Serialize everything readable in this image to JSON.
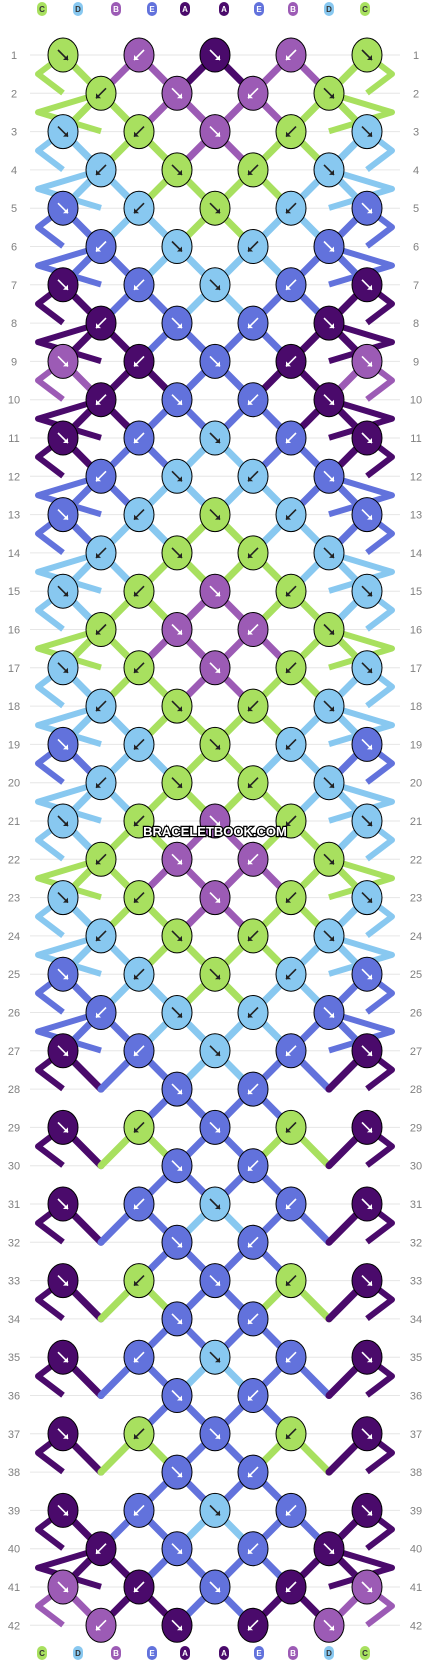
{
  "strand_labels": [
    "C",
    "D",
    "B",
    "E",
    "A",
    "A",
    "E",
    "B",
    "D",
    "C"
  ],
  "colors": {
    "A": "#4a0a6b",
    "B": "#9c5bb5",
    "C": "#a8e05f",
    "D": "#88c8f0",
    "E": "#6272dc"
  },
  "watermark": "BRACELETBOOK.COM",
  "rows": [
    {
      "n": "1",
      "knots": [
        "C",
        "B",
        "A",
        "B",
        "C"
      ]
    },
    {
      "n": "2",
      "knots": [
        "C",
        "B",
        "B",
        "C"
      ]
    },
    {
      "n": "3",
      "knots": [
        "D",
        "C",
        "B",
        "C",
        "D"
      ]
    },
    {
      "n": "4",
      "knots": [
        "D",
        "C",
        "C",
        "D"
      ]
    },
    {
      "n": "5",
      "knots": [
        "E",
        "D",
        "C",
        "D",
        "E"
      ]
    },
    {
      "n": "6",
      "knots": [
        "E",
        "D",
        "D",
        "E"
      ]
    },
    {
      "n": "7",
      "knots": [
        "A",
        "E",
        "D",
        "E",
        "A"
      ]
    },
    {
      "n": "8",
      "knots": [
        "A",
        "E",
        "E",
        "A"
      ]
    },
    {
      "n": "9",
      "knots": [
        "B",
        "A",
        "E",
        "A",
        "B"
      ]
    },
    {
      "n": "10",
      "knots": [
        "A",
        "E",
        "E",
        "A"
      ]
    },
    {
      "n": "11",
      "knots": [
        "A",
        "E",
        "D",
        "E",
        "A"
      ]
    },
    {
      "n": "12",
      "knots": [
        "E",
        "D",
        "D",
        "E"
      ]
    },
    {
      "n": "13",
      "knots": [
        "E",
        "D",
        "C",
        "D",
        "E"
      ]
    },
    {
      "n": "14",
      "knots": [
        "D",
        "C",
        "C",
        "D"
      ]
    },
    {
      "n": "15",
      "knots": [
        "D",
        "C",
        "B",
        "C",
        "D"
      ]
    },
    {
      "n": "16",
      "knots": [
        "C",
        "B",
        "B",
        "C"
      ]
    },
    {
      "n": "17",
      "knots": [
        "D",
        "C",
        "B",
        "C",
        "D"
      ]
    },
    {
      "n": "18",
      "knots": [
        "D",
        "C",
        "C",
        "D"
      ]
    },
    {
      "n": "19",
      "knots": [
        "E",
        "D",
        "C",
        "D",
        "E"
      ]
    },
    {
      "n": "20",
      "knots": [
        "D",
        "C",
        "C",
        "D"
      ]
    },
    {
      "n": "21",
      "knots": [
        "D",
        "C",
        "B",
        "C",
        "D"
      ]
    },
    {
      "n": "22",
      "knots": [
        "C",
        "B",
        "B",
        "C"
      ]
    },
    {
      "n": "23",
      "knots": [
        "D",
        "C",
        "B",
        "C",
        "D"
      ]
    },
    {
      "n": "24",
      "knots": [
        "D",
        "C",
        "C",
        "D"
      ]
    },
    {
      "n": "25",
      "knots": [
        "E",
        "D",
        "C",
        "D",
        "E"
      ]
    },
    {
      "n": "26",
      "knots": [
        "E",
        "D",
        "D",
        "E"
      ]
    },
    {
      "n": "27",
      "knots": [
        "A",
        "E",
        "D",
        "E",
        "A"
      ]
    },
    {
      "n": "28",
      "knots": [
        "",
        "E",
        "E",
        ""
      ]
    },
    {
      "n": "29",
      "knots": [
        "A",
        "C",
        "E",
        "C",
        "A"
      ]
    },
    {
      "n": "30",
      "knots": [
        "",
        "E",
        "E",
        ""
      ]
    },
    {
      "n": "31",
      "knots": [
        "A",
        "E",
        "D",
        "E",
        "A"
      ]
    },
    {
      "n": "32",
      "knots": [
        "",
        "E",
        "E",
        ""
      ]
    },
    {
      "n": "33",
      "knots": [
        "A",
        "C",
        "E",
        "C",
        "A"
      ]
    },
    {
      "n": "34",
      "knots": [
        "",
        "E",
        "E",
        ""
      ]
    },
    {
      "n": "35",
      "knots": [
        "A",
        "E",
        "D",
        "E",
        "A"
      ]
    },
    {
      "n": "36",
      "knots": [
        "",
        "E",
        "E",
        ""
      ]
    },
    {
      "n": "37",
      "knots": [
        "A",
        "C",
        "E",
        "C",
        "A"
      ]
    },
    {
      "n": "38",
      "knots": [
        "",
        "E",
        "E",
        ""
      ]
    },
    {
      "n": "39",
      "knots": [
        "A",
        "E",
        "D",
        "E",
        "A"
      ]
    },
    {
      "n": "40",
      "knots": [
        "A",
        "E",
        "E",
        "A"
      ]
    },
    {
      "n": "41",
      "knots": [
        "B",
        "A",
        "E",
        "A",
        "B"
      ]
    },
    {
      "n": "42",
      "knots": [
        "B",
        "A",
        "A",
        "B"
      ]
    }
  ]
}
